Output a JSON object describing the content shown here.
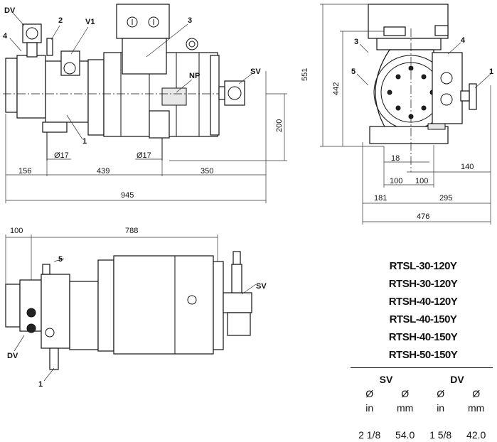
{
  "labels": {
    "dv": "DV",
    "two": "2",
    "v1": "V1",
    "three": "3",
    "four": "4",
    "np": "NP",
    "sv": "SV",
    "one": "1",
    "five": "5"
  },
  "dims_front": {
    "d17a": "Ø17",
    "d17b": "Ø17",
    "d156": "156",
    "d439": "439",
    "d350": "350",
    "d945": "945",
    "d200": "200"
  },
  "dims_side": {
    "d551": "551",
    "d442": "442",
    "d18": "18",
    "d140": "140",
    "d100a": "100",
    "d100b": "100",
    "d181": "181",
    "d295": "295",
    "d476": "476"
  },
  "dims_top": {
    "d100": "100",
    "d788": "788"
  },
  "models": [
    "RTSL-30-120Y",
    "RTSH-30-120Y",
    "RTSH-40-120Y",
    "RTSL-40-150Y",
    "RTSH-40-150Y",
    "RTSH-50-150Y"
  ],
  "connections": {
    "sv": "SV",
    "dv": "DV",
    "dia": "Ø",
    "unit_in": "in",
    "unit_mm": "mm",
    "sv_in": "2 1/8",
    "sv_mm": "54.0",
    "dv_in": "1 5/8",
    "dv_mm": "42.0"
  }
}
